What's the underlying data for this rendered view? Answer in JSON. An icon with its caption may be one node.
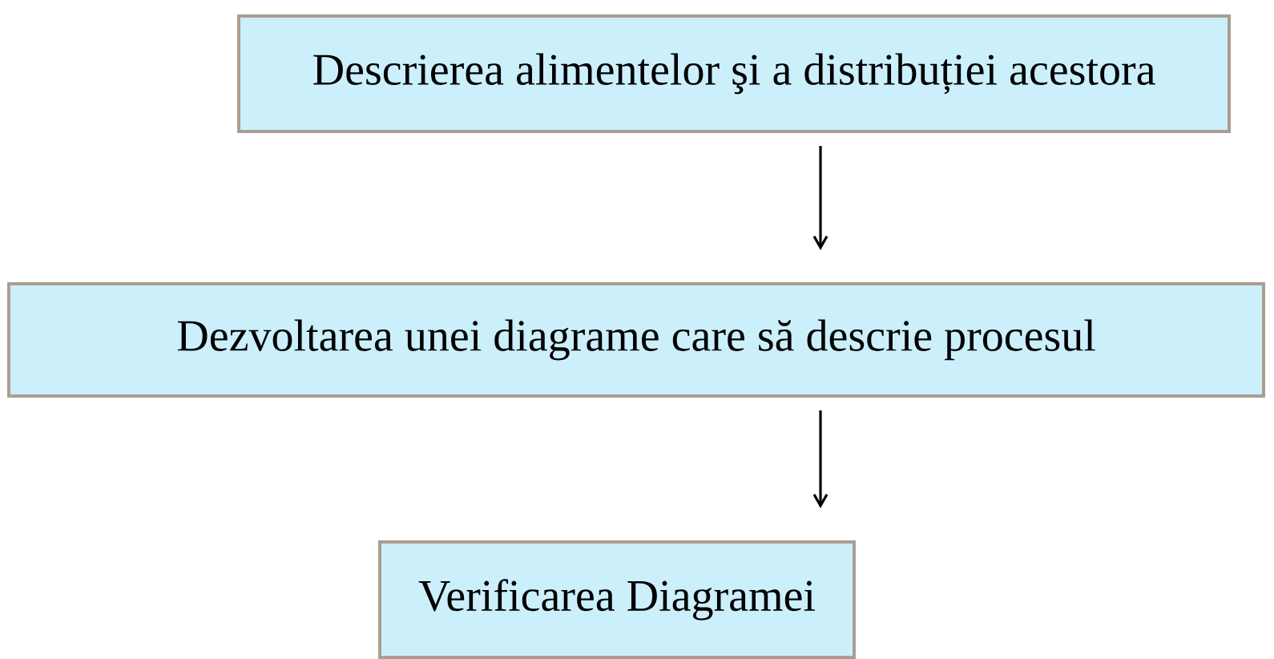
{
  "diagram": {
    "nodes": [
      {
        "text": [
          "Descrierea alimentelor şi a distribuției acestora"
        ]
      },
      {
        "text": [
          "Dezvoltarea unei diagrame care să descrie procesul"
        ]
      },
      {
        "text": [
          "Verificarea Diagramei"
        ]
      }
    ],
    "edges": [
      {
        "from": 0,
        "to": 1,
        "arrow": "to"
      },
      {
        "from": 1,
        "to": 2,
        "arrow": "to"
      }
    ]
  }
}
